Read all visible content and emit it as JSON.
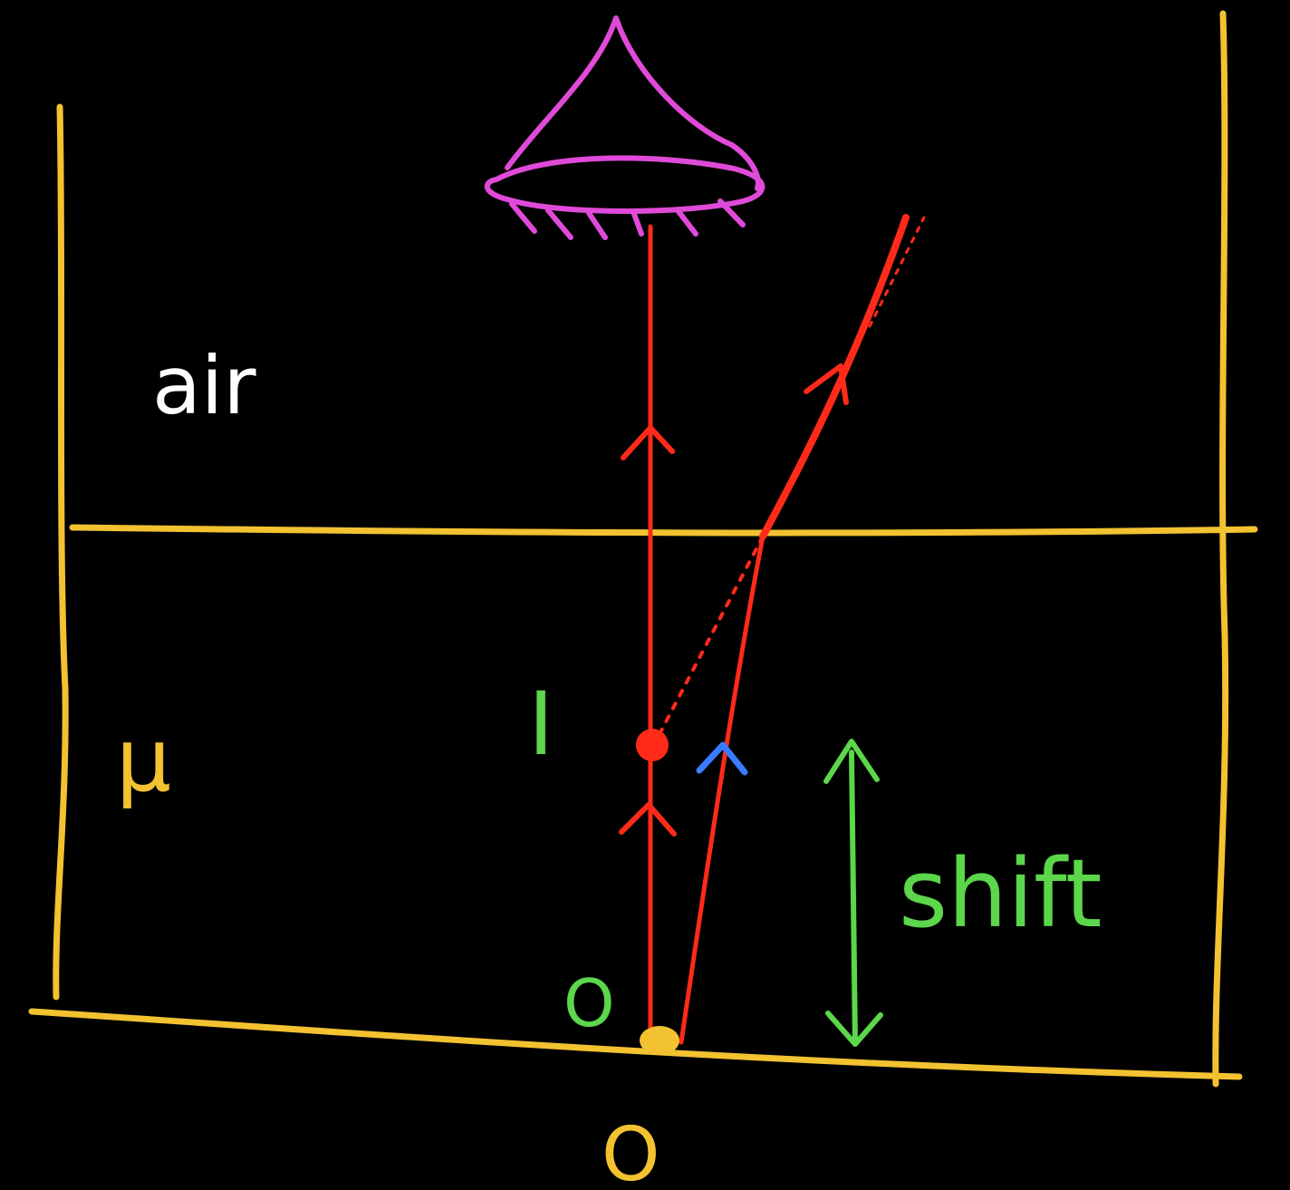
{
  "labels": {
    "medium_top": "air",
    "medium_bottom": "μ",
    "image_point": "I",
    "object_point": "O",
    "object_below": "O",
    "shift": "shift"
  },
  "colors": {
    "background": "#000000",
    "container": "#f2c230",
    "ray": "#ff2a1a",
    "eye": "#e04ad8",
    "green": "#5cd64a",
    "air_text": "#ffffff",
    "mu_text": "#f2c230",
    "blue_arrow": "#3a7bff",
    "object_dot": "#f2c230"
  },
  "icons": {
    "eye": "eye-icon"
  }
}
